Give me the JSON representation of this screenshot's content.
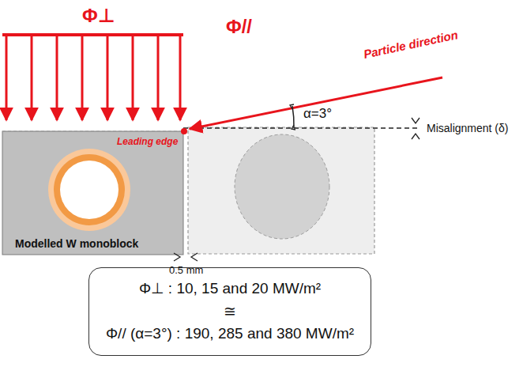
{
  "diagram": {
    "nodes": [
      {
        "text": [
          "Modelled W monoblock"
        ]
      },
      {
        "text": [
          "Φ⊥ : 10, 15 and 20 MW/m²",
          "≅",
          "Φ// (α=3°) : 190, 285 and 380 MW/m²"
        ]
      }
    ],
    "labels": [
      "Φ⊥",
      "Φ//",
      "Particle direction",
      "α=3°",
      "Misalignment (δ)",
      "Leading edge",
      "0.5 mm"
    ]
  }
}
